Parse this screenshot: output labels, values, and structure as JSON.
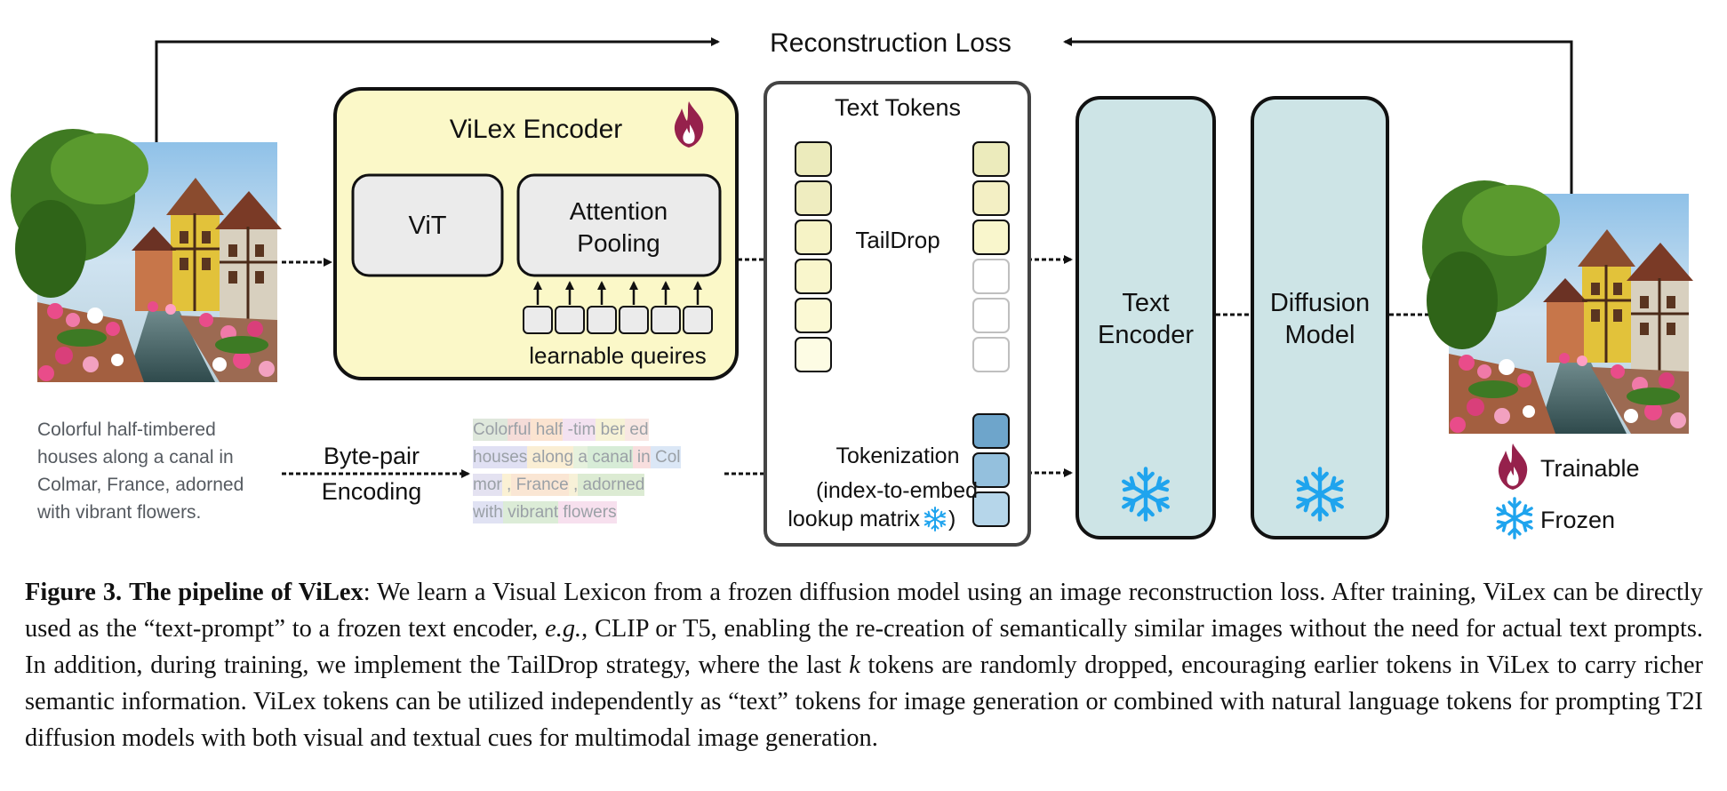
{
  "diagram": {
    "loss_label": "Reconstruction Loss",
    "encoder_title": "ViLex Encoder",
    "vit_label": "ViT",
    "attention_label_1": "Attention",
    "attention_label_2": "Pooling",
    "queries_label": "learnable queires",
    "text_tokens_title": "Text Tokens",
    "taildrop_label": "TailDrop",
    "tokenization_label": "Tokenization",
    "lookup_label_1": "(index-to-embed",
    "lookup_label_2": "lookup matrix",
    "lookup_label_3": ")",
    "bpe_label_1": "Byte-pair",
    "bpe_label_2": "Encoding",
    "text_encoder_1": "Text",
    "text_encoder_2": "Encoder",
    "diffusion_1": "Diffusion",
    "diffusion_2": "Model",
    "legend_trainable": "Trainable",
    "legend_frozen": "Frozen",
    "input_image_alt": "input-image",
    "output_image_alt": "reconstructed-image"
  },
  "prompt_lines": [
    "Colorful half-timbered",
    "houses along a canal in",
    "Colmar, France, adorned",
    "with vibrant flowers."
  ],
  "bpe_lines": [
    [
      {
        "text": "Colo",
        "color": "#dfe8dc"
      },
      {
        "text": "rful",
        "color": "#f5dcd8"
      },
      {
        "text": " half",
        "color": "#fbe3d0"
      },
      {
        "text": " -tim",
        "color": "#f3e2f1"
      },
      {
        "text": " ber",
        "color": "#f6f2d6"
      },
      {
        "text": " ed",
        "color": "#f8e7e3"
      }
    ],
    [
      {
        "text": "houses",
        "color": "#e0e0f3"
      },
      {
        "text": " along",
        "color": "#faeed4"
      },
      {
        "text": " a",
        "color": "#e6f1dd"
      },
      {
        "text": " canal",
        "color": "#d7ecd7"
      },
      {
        "text": " in",
        "color": "#f8dede"
      },
      {
        "text": " Col",
        "color": "#dbe7f6"
      }
    ],
    [
      {
        "text": "mor",
        "color": "#e4e2f1"
      },
      {
        "text": " ,",
        "color": "#fbf1d4"
      },
      {
        "text": " France",
        "color": "#fae6d4"
      },
      {
        "text": " ,",
        "color": "#f7f1d8"
      },
      {
        "text": " adorned",
        "color": "#dcebd3"
      }
    ],
    [
      {
        "text": "with",
        "color": "#e0e2f3"
      },
      {
        "text": " vibrant",
        "color": "#dcecd7"
      },
      {
        "text": " flowers",
        "color": "#f7e0ee"
      }
    ]
  ],
  "colors": {
    "encoder_fill": "#fbf8c8",
    "model_fill": "#cde4e6",
    "frozen_blue": "#1fa4ee",
    "trainable_red": "#96214c",
    "token_tile_1": "#ecebbc",
    "token_tile_2": "#f3efc4",
    "token_tile_3": "#f9f6cc",
    "token_blue_1": "#6ea5cb",
    "token_blue_2": "#94c0dd",
    "token_blue_3": "#b6d6ea"
  },
  "caption": {
    "label": "Figure 3.",
    "title": "The pipeline of ViLex",
    "seg1": ": We learn a Visual Lexicon from a frozen diffusion model using an image reconstruction loss. After training, ViLex can be directly used as the “text-prompt” to a frozen text encoder, ",
    "eg": "e.g.",
    "seg2": ", CLIP or T5, enabling the re-creation of semantically similar images without the need for actual text prompts. In addition, during training, we implement the TailDrop strategy, where the last ",
    "k": "k",
    "seg3": " tokens are randomly dropped, encouraging earlier tokens in ViLex to carry richer semantic information. ViLex tokens can be utilized independently as “text” tokens for image generation or combined with natural language tokens for prompting T2I diffusion models with both visual and textual cues for multimodal image generation."
  }
}
